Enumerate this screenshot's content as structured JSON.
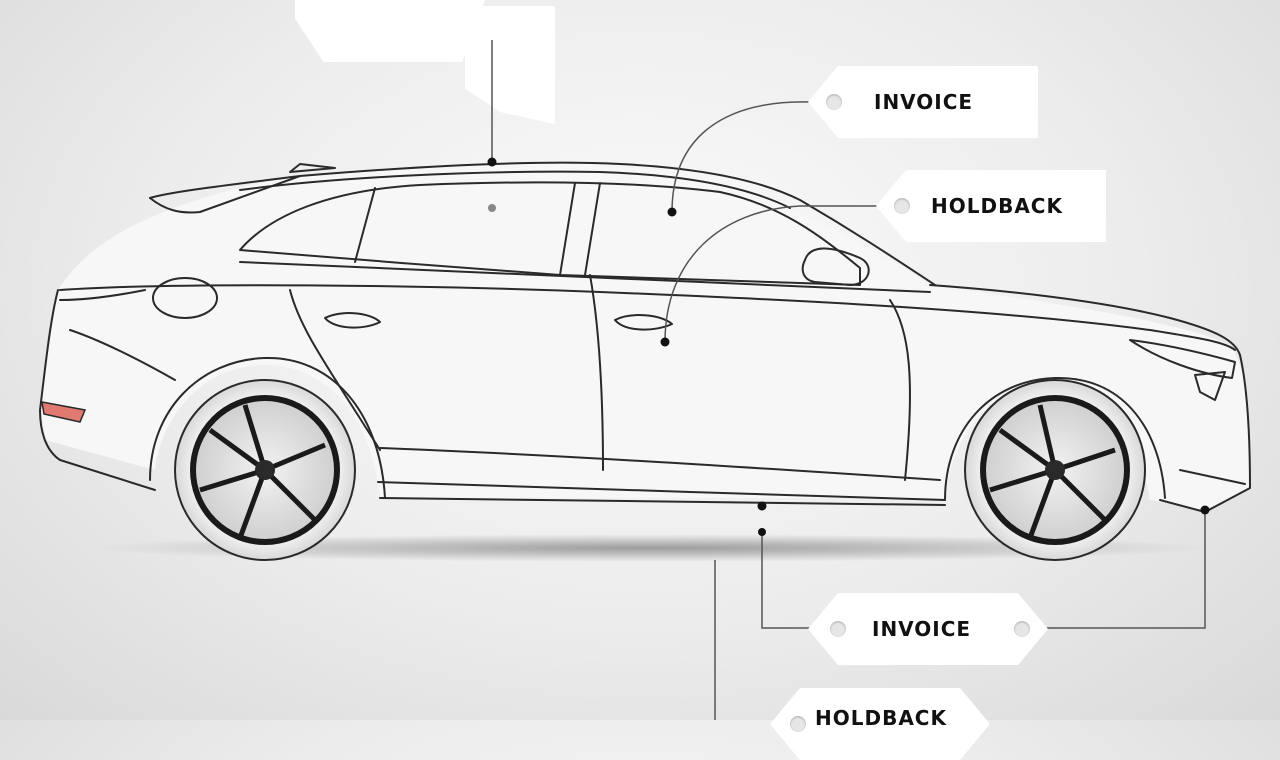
{
  "tags": {
    "invoice_top": {
      "label": "INVOICE"
    },
    "holdback_top": {
      "label": "HOLDBACK"
    },
    "invoice_bottom": {
      "label": "INVOICE"
    },
    "holdback_bottom": {
      "label": "HOLDBACK"
    }
  },
  "colors": {
    "background": "#ececec",
    "outline": "#2a2a2a",
    "tag": "#ffffff",
    "taillight": "#e07a70"
  }
}
